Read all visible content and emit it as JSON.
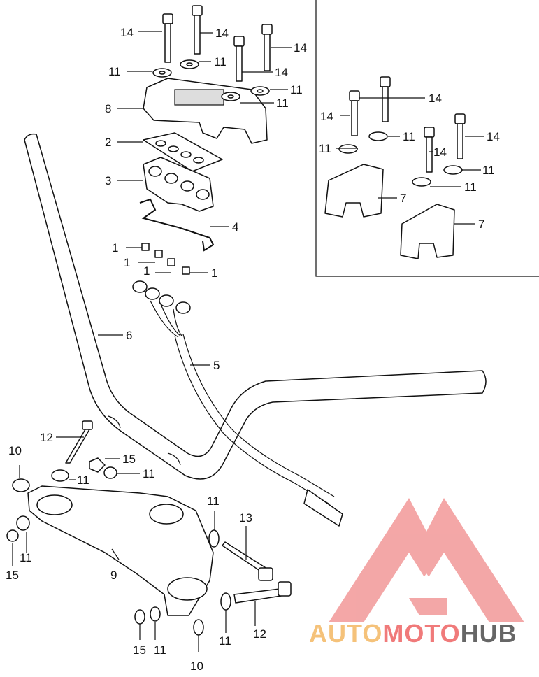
{
  "diagram": {
    "callouts": {
      "c1a": "1",
      "c1b": "1",
      "c1c": "1",
      "c1d": "1",
      "c2": "2",
      "c3": "3",
      "c4": "4",
      "c5": "5",
      "c6": "6",
      "c7a": "7",
      "c7b": "7",
      "c8": "8",
      "c9": "9",
      "c10a": "10",
      "c10b": "10",
      "c11a": "11",
      "c11b": "11",
      "c11c": "11",
      "c11d": "11",
      "c11e": "11",
      "c11f": "11",
      "c11g": "11",
      "c11h": "11",
      "c11i": "11",
      "c11j": "11",
      "c11k": "11",
      "c11l": "11",
      "c11m": "11",
      "c11n": "11",
      "c12a": "12",
      "c12b": "12",
      "c13": "13",
      "c14a": "14",
      "c14b": "14",
      "c14c": "14",
      "c14d": "14",
      "c14e": "14",
      "c14f": "14",
      "c14g": "14",
      "c14h": "14",
      "c15a": "15",
      "c15b": "15",
      "c15c": "15"
    }
  },
  "watermark": {
    "part1": "AUTO",
    "part2": "MOTO",
    "part3": "HUB",
    "colors": {
      "auto": "#f5c27a",
      "moto": "#f07a7a",
      "hub": "#666666",
      "logo": "#f08080"
    }
  }
}
